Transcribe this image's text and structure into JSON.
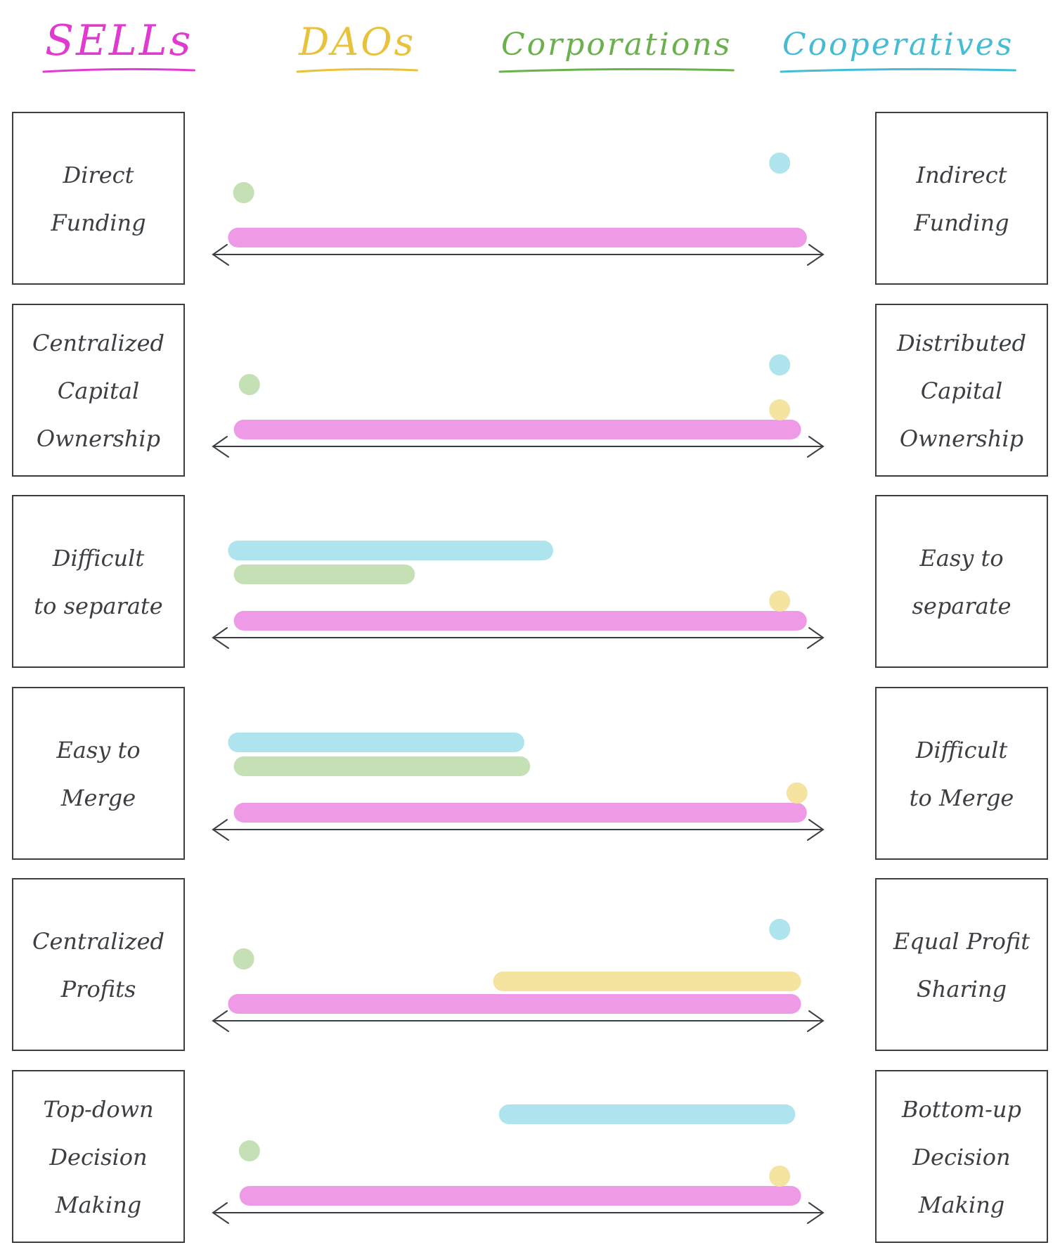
{
  "legend": [
    {
      "key": "sells",
      "label": "SELLs",
      "color": "#e03ad0"
    },
    {
      "key": "daos",
      "label": "DAOs",
      "color": "#e8c23a"
    },
    {
      "key": "corporations",
      "label": "Corporations",
      "color": "#6ab04c"
    },
    {
      "key": "cooperatives",
      "label": "Cooperatives",
      "color": "#45bcd4"
    }
  ],
  "fill_colors": {
    "sells": "#ee9ae6",
    "daos": "#f5e3a0",
    "corporations": "#c5e0b4",
    "cooperatives": "#ade4ee"
  },
  "rows": [
    {
      "left": [
        "Direct",
        "Funding"
      ],
      "right": [
        "Indirect",
        "Funding"
      ],
      "marks": [
        {
          "entity": "cooperatives",
          "kind": "dot",
          "pos": 0.96
        },
        {
          "entity": "corporations",
          "kind": "dot",
          "pos": 0.03
        },
        {
          "entity": "sells",
          "kind": "bar",
          "from": 0.02,
          "to": 0.99
        }
      ]
    },
    {
      "left": [
        "Centralized",
        "Capital",
        "Ownership"
      ],
      "right": [
        "Distributed",
        "Capital",
        "Ownership"
      ],
      "marks": [
        {
          "entity": "cooperatives",
          "kind": "dot",
          "pos": 0.96
        },
        {
          "entity": "corporations",
          "kind": "dot",
          "pos": 0.04
        },
        {
          "entity": "daos",
          "kind": "dot",
          "pos": 0.96
        },
        {
          "entity": "sells",
          "kind": "bar",
          "from": 0.03,
          "to": 0.98
        }
      ]
    },
    {
      "left": [
        "Difficult",
        "to separate"
      ],
      "right": [
        "Easy to",
        "separate"
      ],
      "marks": [
        {
          "entity": "cooperatives",
          "kind": "bar",
          "from": 0.02,
          "to": 0.55
        },
        {
          "entity": "corporations",
          "kind": "bar",
          "from": 0.03,
          "to": 0.31
        },
        {
          "entity": "daos",
          "kind": "dot",
          "pos": 0.96
        },
        {
          "entity": "sells",
          "kind": "bar",
          "from": 0.03,
          "to": 0.99
        }
      ]
    },
    {
      "left": [
        "Easy to",
        "Merge"
      ],
      "right": [
        "Difficult",
        "to Merge"
      ],
      "marks": [
        {
          "entity": "cooperatives",
          "kind": "bar",
          "from": 0.02,
          "to": 0.5
        },
        {
          "entity": "corporations",
          "kind": "bar",
          "from": 0.03,
          "to": 0.51
        },
        {
          "entity": "daos",
          "kind": "dot",
          "pos": 0.99
        },
        {
          "entity": "sells",
          "kind": "bar",
          "from": 0.03,
          "to": 0.99
        }
      ]
    },
    {
      "left": [
        "Centralized",
        "Profits"
      ],
      "right": [
        "Equal Profit",
        "Sharing"
      ],
      "marks": [
        {
          "entity": "cooperatives",
          "kind": "dot",
          "pos": 0.96
        },
        {
          "entity": "corporations",
          "kind": "dot",
          "pos": 0.03
        },
        {
          "entity": "daos",
          "kind": "bar",
          "from": 0.48,
          "to": 0.98
        },
        {
          "entity": "sells",
          "kind": "bar",
          "from": 0.02,
          "to": 0.98
        }
      ]
    },
    {
      "left": [
        "Top-down",
        "Decision",
        "Making"
      ],
      "right": [
        "Bottom-up",
        "Decision",
        "Making"
      ],
      "marks": [
        {
          "entity": "cooperatives",
          "kind": "bar",
          "from": 0.49,
          "to": 0.97
        },
        {
          "entity": "corporations",
          "kind": "dot",
          "pos": 0.04
        },
        {
          "entity": "daos",
          "kind": "dot",
          "pos": 0.96
        },
        {
          "entity": "sells",
          "kind": "bar",
          "from": 0.04,
          "to": 0.98
        }
      ]
    }
  ]
}
